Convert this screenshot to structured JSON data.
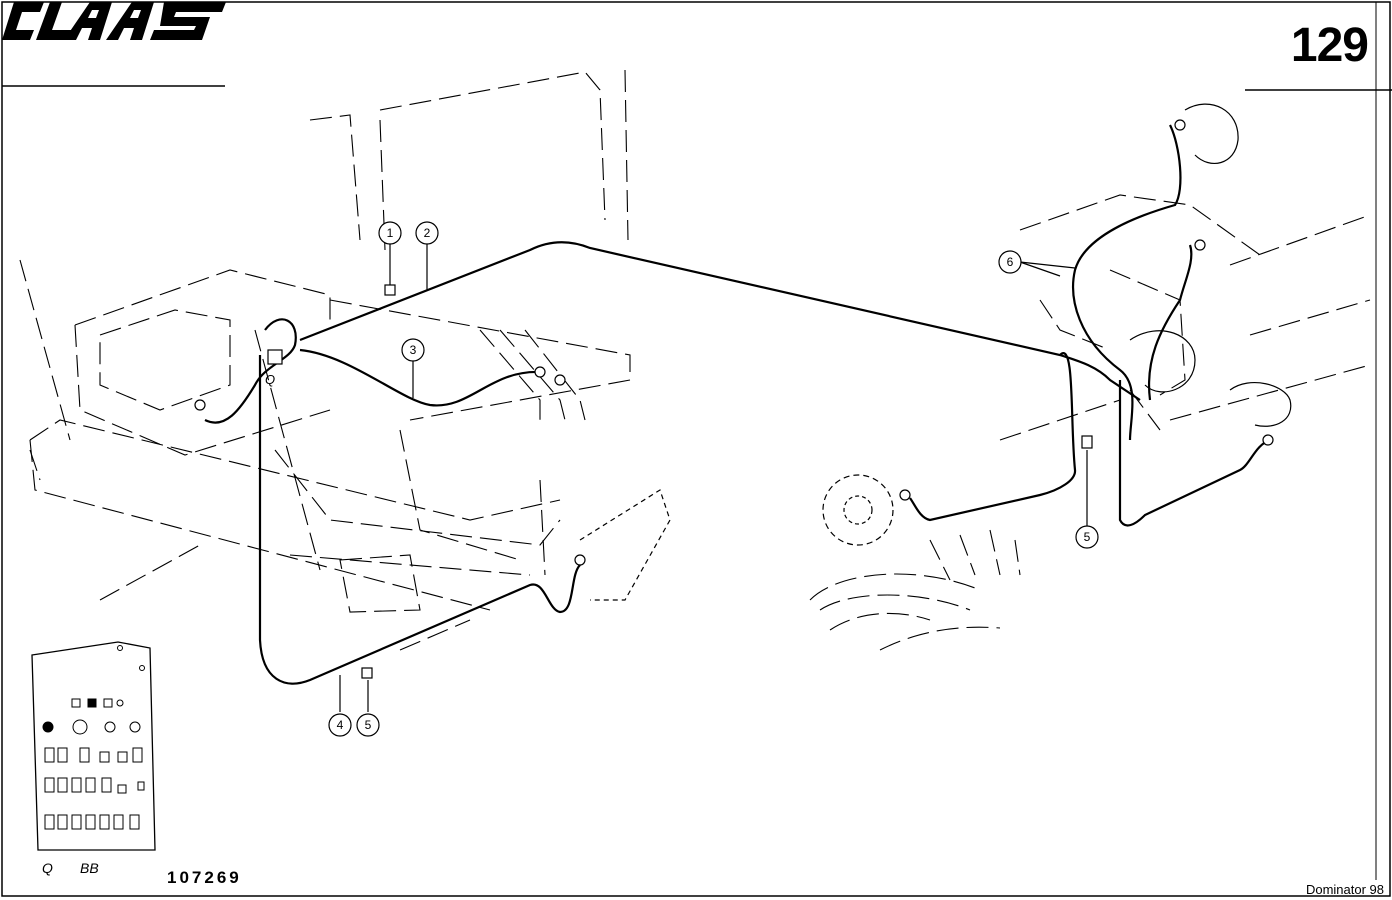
{
  "header": {
    "brand": "CLAAS",
    "page_number": "129"
  },
  "footer": {
    "drawing_number": "107269",
    "model": "Dominator 98",
    "index_refs": [
      "Q",
      "BB"
    ]
  },
  "diagram": {
    "callouts": [
      "1",
      "2",
      "3",
      "4",
      "5",
      "5",
      "6"
    ],
    "inline_labels": [
      "Q"
    ]
  }
}
